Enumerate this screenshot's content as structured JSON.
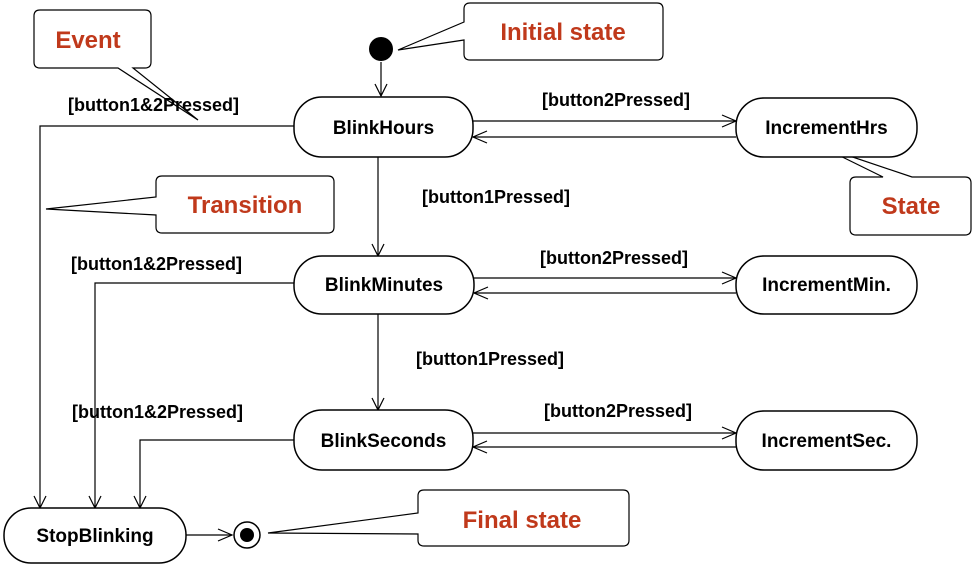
{
  "colors": {
    "callout_text": "#c0391b",
    "stroke": "#000000",
    "fill": "#ffffff"
  },
  "callouts": {
    "event": "Event",
    "initial_state": "Initial state",
    "transition": "Transition",
    "state": "State",
    "final_state": "Final state"
  },
  "states": {
    "blink_hours": "BlinkHours",
    "increment_hrs": "IncrementHrs",
    "blink_minutes": "BlinkMinutes",
    "increment_min": "IncrementMin.",
    "blink_seconds": "BlinkSeconds",
    "increment_sec": "IncrementSec.",
    "stop_blinking": "StopBlinking"
  },
  "guards": {
    "hours_both": "[button1&2Pressed]",
    "hours_b2": "[button2Pressed]",
    "hours_b1": "[button1Pressed]",
    "minutes_both": "[button1&2Pressed]",
    "minutes_b2": "[button2Pressed]",
    "minutes_b1": "[button1Pressed]",
    "seconds_both": "[button1&2Pressed]",
    "seconds_b2": "[button2Pressed]"
  }
}
